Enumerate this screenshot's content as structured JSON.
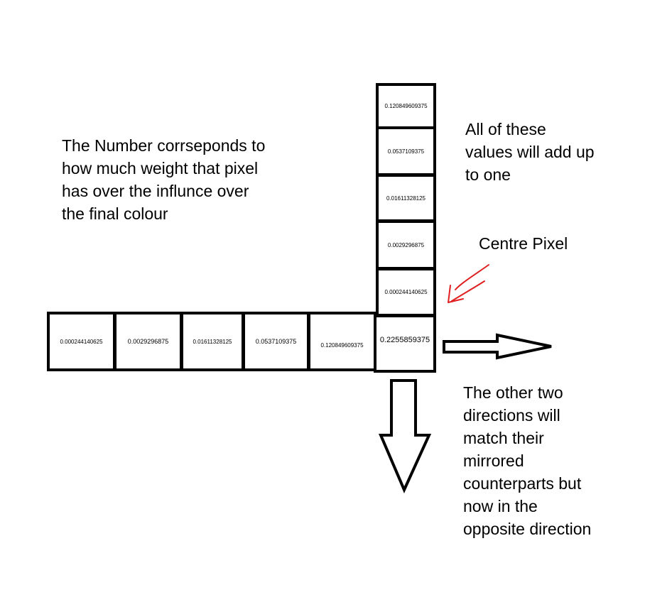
{
  "vertical_cells": [
    {
      "value": "0.120849609375"
    },
    {
      "value": "0.0537109375"
    },
    {
      "value": "0.01611328125"
    },
    {
      "value": "0.0029296875"
    },
    {
      "value": "0.000244140625"
    }
  ],
  "horizontal_cells": [
    {
      "value": "0.000244140625"
    },
    {
      "value": "0.0029296875"
    },
    {
      "value": "0.01611328125"
    },
    {
      "value": "0.0537109375"
    },
    {
      "value": "0.120849609375"
    }
  ],
  "centre_cell": {
    "value": "0.2255859375"
  },
  "notes": {
    "weight_lines": [
      "The Number corrseponds to",
      "how much weight that pixel",
      "has over the influnce over",
      "the final colour"
    ],
    "sum_lines": [
      "All of these",
      "values will add up",
      "to one"
    ],
    "centre_label": "Centre Pixel",
    "mirror_lines": [
      "The other two",
      "directions will",
      "match their",
      "mirrored",
      "counterparts but",
      "now in the",
      "opposite direction"
    ]
  },
  "colors": {
    "outline": "#000000",
    "pointer_arrow": "#e02020",
    "background": "#ffffff"
  }
}
